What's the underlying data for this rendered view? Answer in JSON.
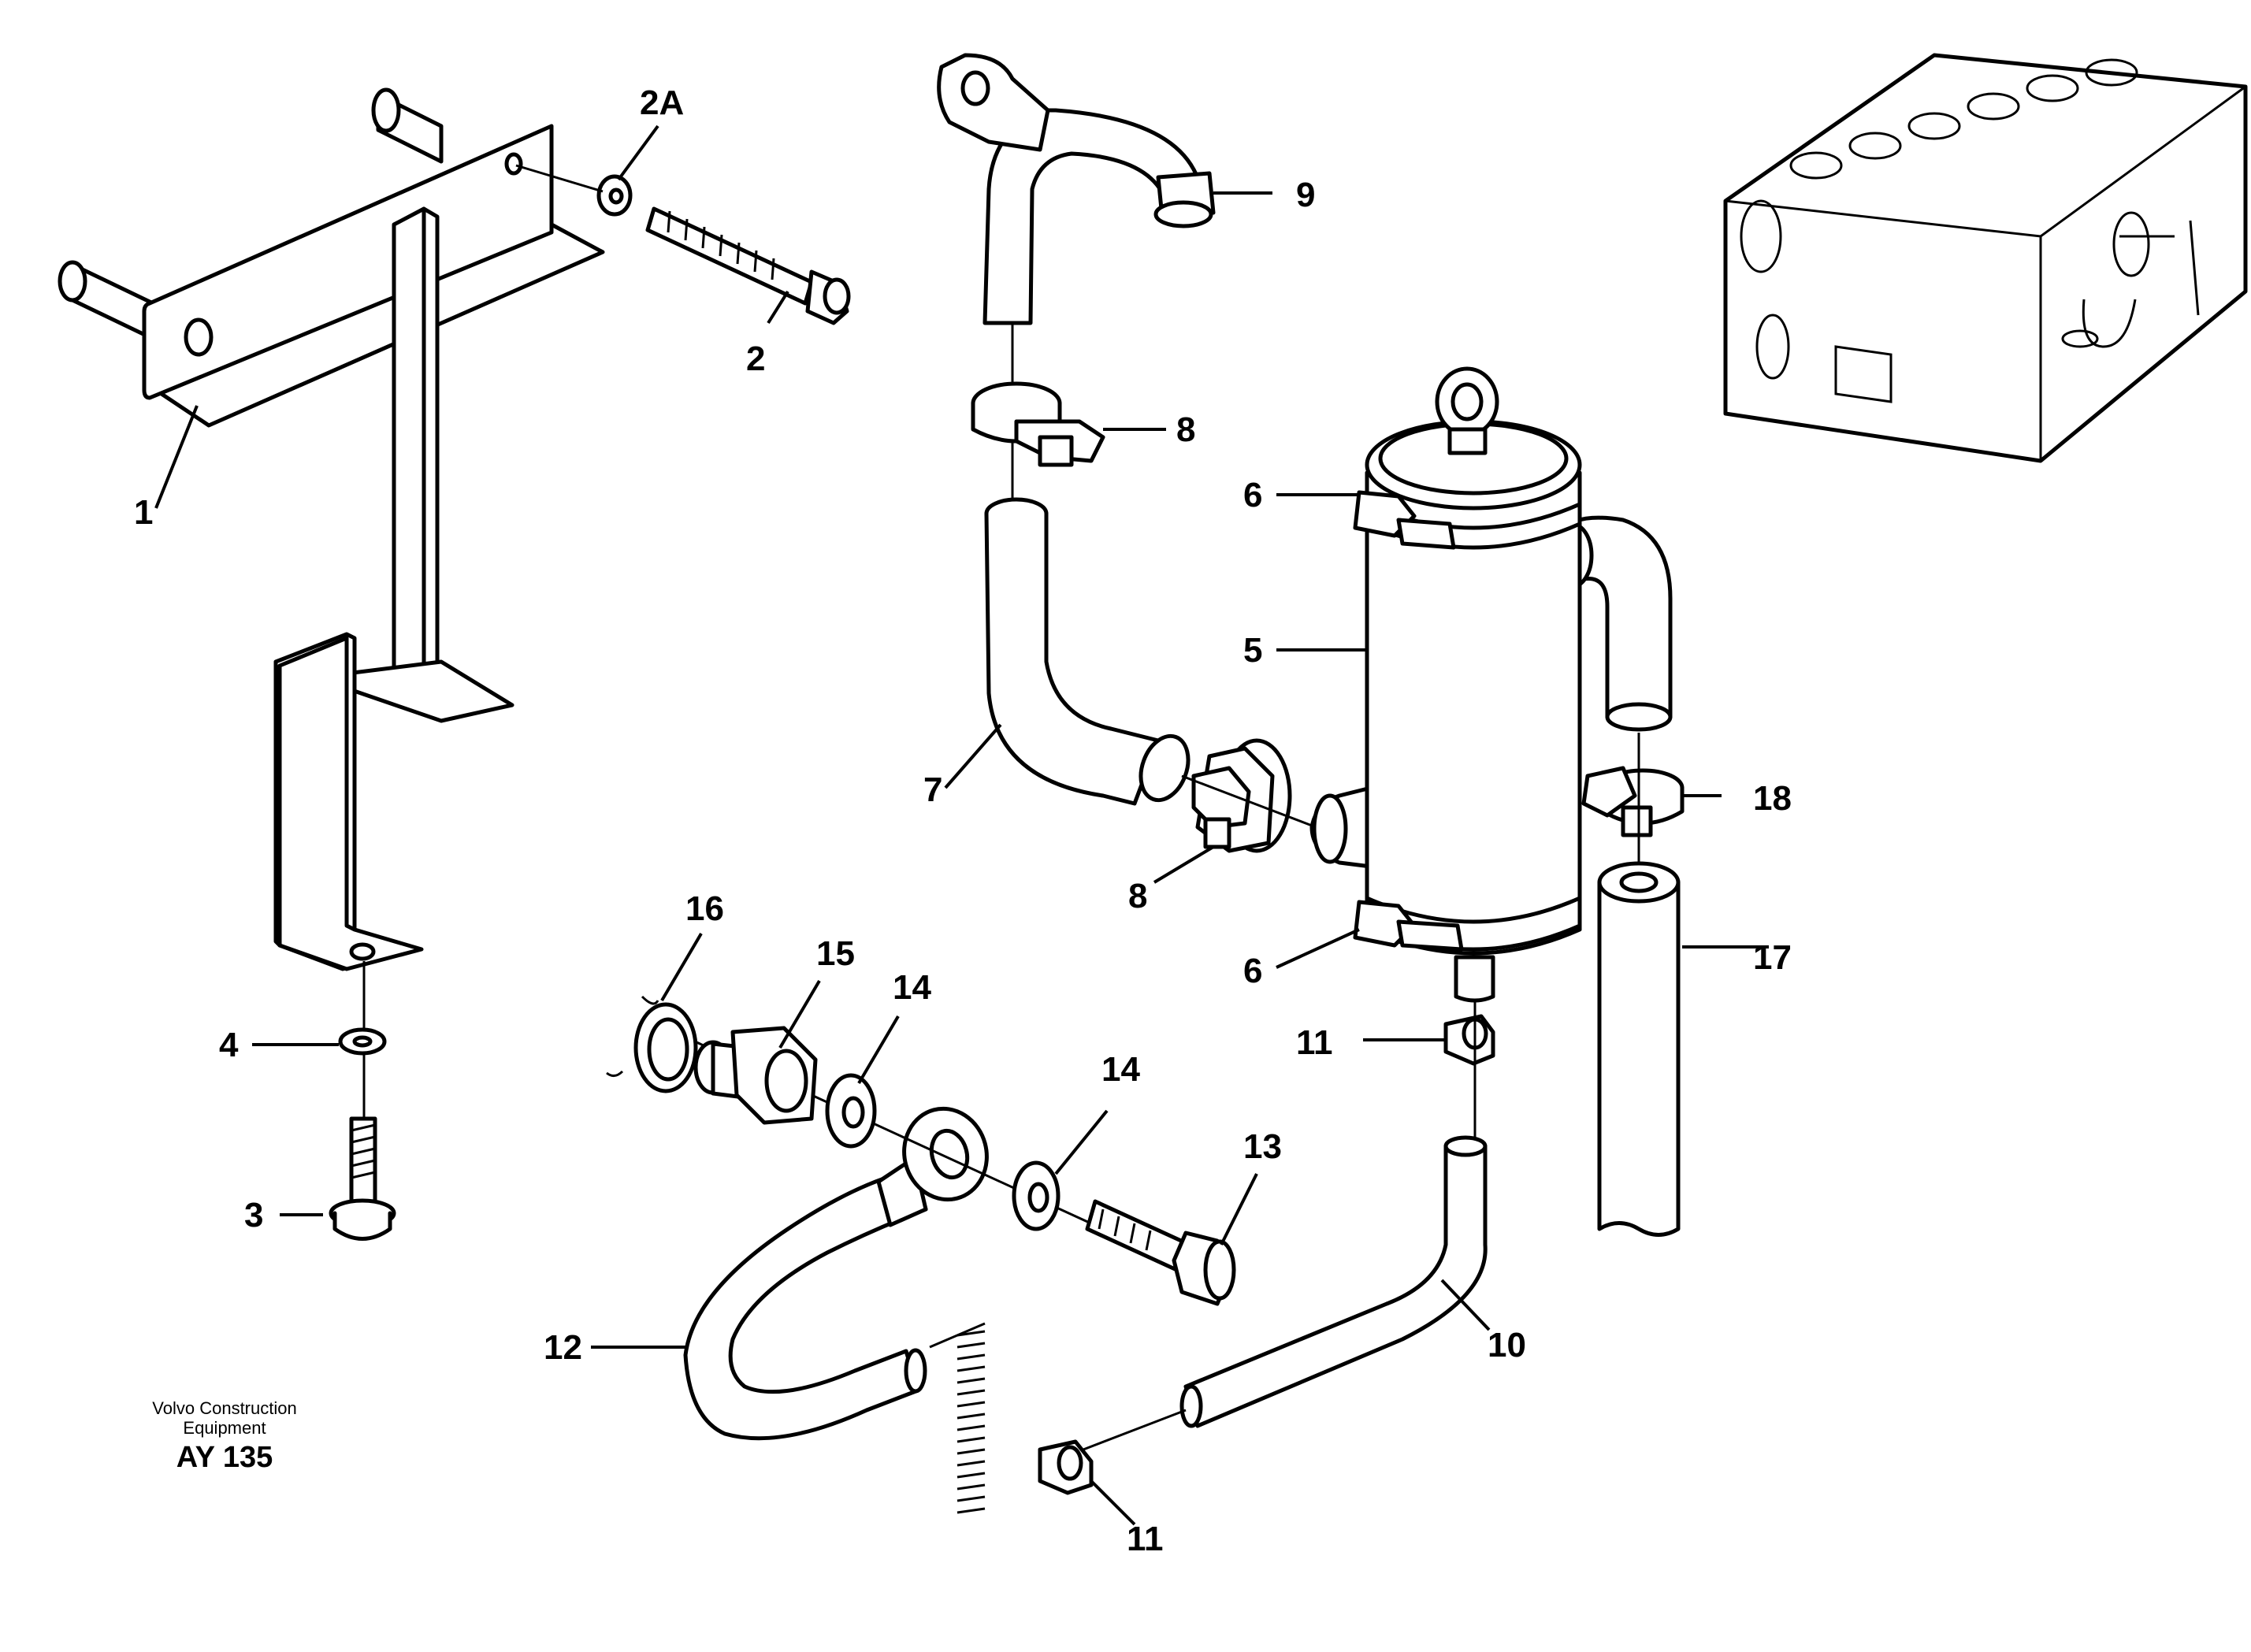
{
  "labels": {
    "p1": "1",
    "p2": "2",
    "p2a": "2A",
    "p3": "3",
    "p4": "4",
    "p5": "5",
    "p6_top": "6",
    "p6_bottom": "6",
    "p7": "7",
    "p8_top": "8",
    "p8_bottom": "8",
    "p9": "9",
    "p10": "10",
    "p11_top": "11",
    "p11_bottom": "11",
    "p12": "12",
    "p13": "13",
    "p14_left": "14",
    "p14_right": "14",
    "p15": "15",
    "p16": "16",
    "p17": "17",
    "p18": "18"
  },
  "footer": {
    "brand_line1": "Volvo Construction",
    "brand_line2": "Equipment",
    "code": "AY 135"
  }
}
